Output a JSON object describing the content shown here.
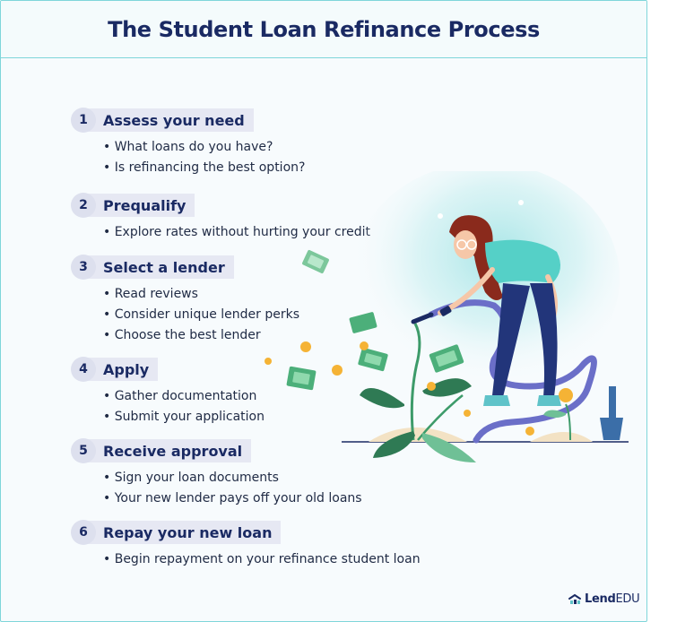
{
  "title": "The Student Loan Refinance Process",
  "steps": [
    {
      "number": "1",
      "label": "Assess your need",
      "bullets": [
        "• What loans do you have?",
        "• Is refinancing the best option?"
      ]
    },
    {
      "number": "2",
      "label": "Prequalify",
      "bullets": [
        "• Explore rates without hurting your credit"
      ]
    },
    {
      "number": "3",
      "label": "Select a lender",
      "bullets": [
        "• Read reviews",
        "• Consider unique lender perks",
        "• Choose the best lender"
      ]
    },
    {
      "number": "4",
      "label": "Apply",
      "bullets": [
        "• Gather documentation",
        "• Submit your application"
      ]
    },
    {
      "number": "5",
      "label": "Receive approval",
      "bullets": [
        "• Sign your loan documents",
        "• Your new lender pays off your old loans"
      ]
    },
    {
      "number": "6",
      "label": "Repay your new loan",
      "bullets": [
        "• Begin repayment on your refinance student loan"
      ]
    }
  ],
  "logo": {
    "brand_bold": "Lend",
    "brand_light": "EDU"
  },
  "colors": {
    "navy": "#1a2a63",
    "teal": "#7fd6da",
    "badge": "#dde0ee",
    "label_bg": "#e6e8f3",
    "money_green": "#4caf7a",
    "coin": "#f5b335"
  },
  "icons": [
    "woman-watering-money-plant-illustration",
    "lendedu-logo-icon"
  ]
}
